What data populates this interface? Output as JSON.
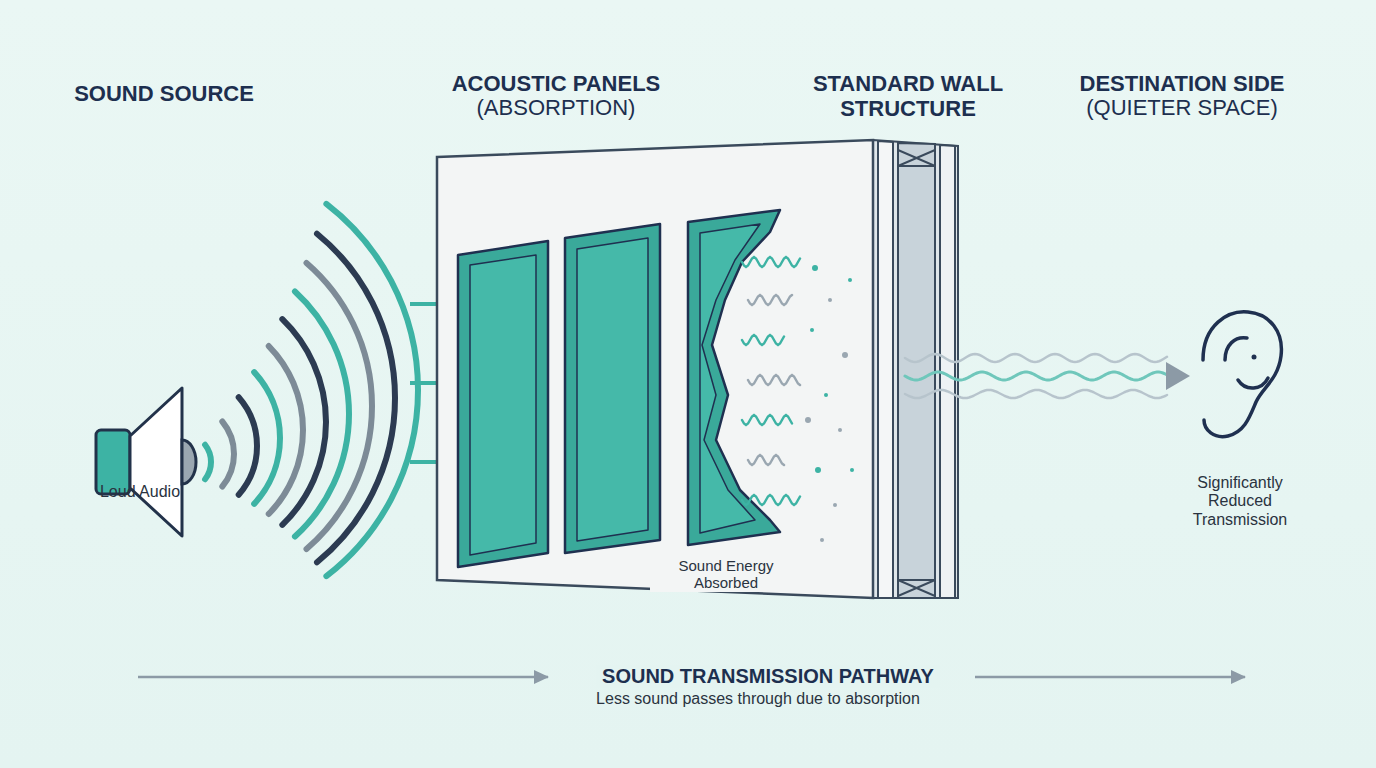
{
  "diagram": {
    "labels": [
      "SOUND SOURCE",
      "ACOUSTIC PANELS",
      "(ABSORPTION)",
      "STANDARD WALL STRUCTURE",
      "DESTINATION SIDE",
      "(QUIETER SPACE)",
      "Loud Audio",
      "Sound Energy Absorbed",
      "Significantly Reduced Transmission",
      "SOUND TRANSMISSION PATHWAY",
      "Less sound passes through due to absorption"
    ]
  }
}
